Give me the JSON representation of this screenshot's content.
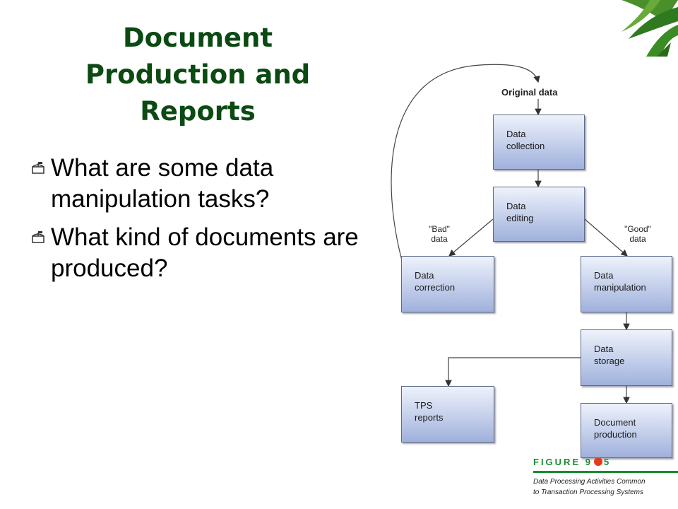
{
  "slide": {
    "title": "Document\nProduction and\nReports",
    "bullets": [
      "What are some data manipulation tasks?",
      "What kind of documents are produced?"
    ]
  },
  "diagram": {
    "original_label": "Original data",
    "boxes": {
      "collection": "Data\ncollection",
      "editing": "Data\nediting",
      "correction": "Data\ncorrection",
      "manipulation": "Data\nmanipulation",
      "storage": "Data\nstorage",
      "tps": "TPS\nreports",
      "document": "Document\nproduction"
    },
    "bad_label": "\"Bad\"\ndata",
    "good_label": "\"Good\"\ndata"
  },
  "caption": {
    "figure_prefix": "FIGURE 9",
    "figure_suffix": "5",
    "text": "Data Processing Activities Common\nto Transaction Processing Systems"
  },
  "colors": {
    "title": "#0b4a12",
    "figure_green": "#1a8a2e",
    "box_fill": "#9fb1dc"
  }
}
